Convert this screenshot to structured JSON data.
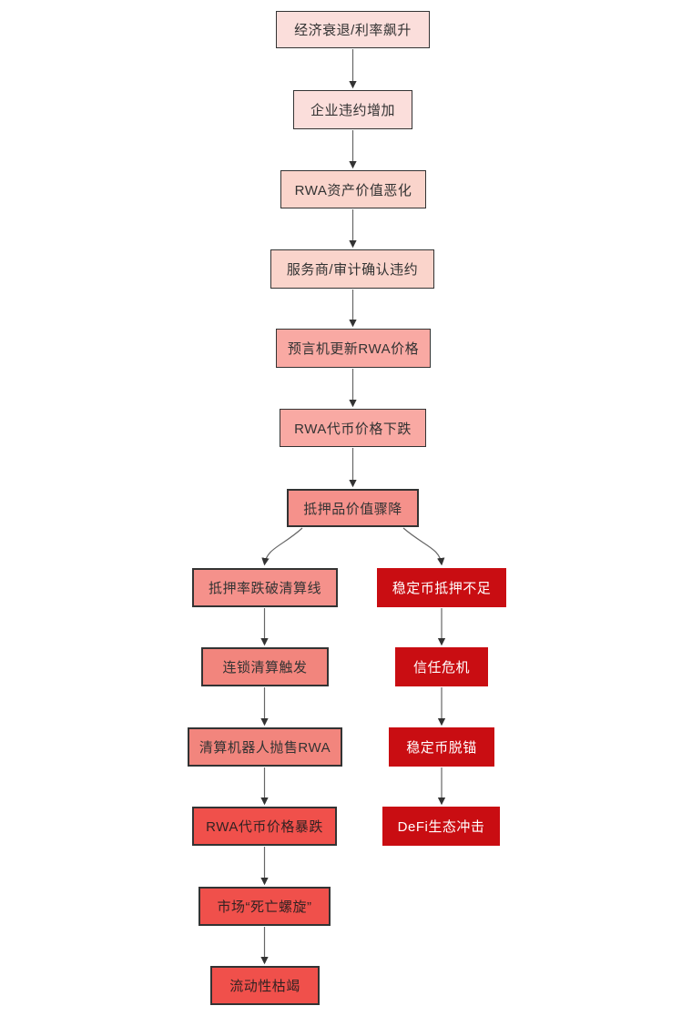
{
  "diagram_type": "flowchart",
  "colors": {
    "level1_light_pink": "#FBDEDB",
    "level2_pale_salmon": "#FAD4CB",
    "level3_medium_pink": "#F9A9A3",
    "level4_salmon": "#F5918B",
    "level5_deep_salmon": "#F2857D",
    "level6_bright_red": "#F0504B",
    "level7_dark_red": "#C90D12",
    "border_dark": "#333333",
    "arrow_line": "#666666",
    "arrowhead": "#333333",
    "text_dark": "#333333",
    "text_white": "#FFFFFF",
    "background": "#FFFFFF"
  },
  "nodes": [
    {
      "id": "economic-recession",
      "label": "经济衰退/利率飙升",
      "fill": "#FBDEDB",
      "text_color": "#333333"
    },
    {
      "id": "corporate-defaults-rise",
      "label": "企业违约增加",
      "fill": "#FBDEDB",
      "text_color": "#333333"
    },
    {
      "id": "rwa-asset-value-deteriorates",
      "label": "RWA资产价值恶化",
      "fill": "#FAD4CB",
      "text_color": "#333333"
    },
    {
      "id": "servicer-audit-confirms-default",
      "label": "服务商/审计确认违约",
      "fill": "#FAD4CB",
      "text_color": "#333333"
    },
    {
      "id": "oracle-updates-rwa-price",
      "label": "预言机更新RWA价格",
      "fill": "#F9A9A3",
      "text_color": "#333333"
    },
    {
      "id": "rwa-token-price-falls",
      "label": "RWA代币价格下跌",
      "fill": "#F9A9A3",
      "text_color": "#333333"
    },
    {
      "id": "collateral-value-plunges",
      "label": "抵押品价值骤降",
      "fill": "#F5918B",
      "text_color": "#333333"
    },
    {
      "id": "collateral-ratio-breaks-liquidation-line",
      "label": "抵押率跌破清算线",
      "fill": "#F5918B",
      "text_color": "#333333"
    },
    {
      "id": "cascade-liquidation-triggered",
      "label": "连锁清算触发",
      "fill": "#F2857D",
      "text_color": "#333333"
    },
    {
      "id": "liquidation-bots-dump-rwa",
      "label": "清算机器人抛售RWA",
      "fill": "#F2857D",
      "text_color": "#333333"
    },
    {
      "id": "rwa-token-price-crashes",
      "label": "RWA代币价格暴跌",
      "fill": "#F0504B",
      "text_color": "#332222"
    },
    {
      "id": "market-death-spiral",
      "label": "市场“死亡螺旋”",
      "fill": "#F0504B",
      "text_color": "#332222"
    },
    {
      "id": "liquidity-dries-up",
      "label": "流动性枯竭",
      "fill": "#F0504B",
      "text_color": "#332222"
    },
    {
      "id": "stablecoin-undercollateralized",
      "label": "稳定币抵押不足",
      "fill": "#C90D12",
      "text_color": "#FFFFFF"
    },
    {
      "id": "trust-crisis",
      "label": "信任危机",
      "fill": "#C90D12",
      "text_color": "#FFFFFF"
    },
    {
      "id": "stablecoin-depeg",
      "label": "稳定币脱锚",
      "fill": "#C90D12",
      "text_color": "#FFFFFF"
    },
    {
      "id": "defi-ecosystem-shock",
      "label": "DeFi生态冲击",
      "fill": "#C90D12",
      "text_color": "#FFFFFF"
    }
  ],
  "edges": [
    {
      "from": "economic-recession",
      "to": "corporate-defaults-rise"
    },
    {
      "from": "corporate-defaults-rise",
      "to": "rwa-asset-value-deteriorates"
    },
    {
      "from": "rwa-asset-value-deteriorates",
      "to": "servicer-audit-confirms-default"
    },
    {
      "from": "servicer-audit-confirms-default",
      "to": "oracle-updates-rwa-price"
    },
    {
      "from": "oracle-updates-rwa-price",
      "to": "rwa-token-price-falls"
    },
    {
      "from": "rwa-token-price-falls",
      "to": "collateral-value-plunges"
    },
    {
      "from": "collateral-value-plunges",
      "to": "collateral-ratio-breaks-liquidation-line"
    },
    {
      "from": "collateral-value-plunges",
      "to": "stablecoin-undercollateralized"
    },
    {
      "from": "collateral-ratio-breaks-liquidation-line",
      "to": "cascade-liquidation-triggered"
    },
    {
      "from": "cascade-liquidation-triggered",
      "to": "liquidation-bots-dump-rwa"
    },
    {
      "from": "liquidation-bots-dump-rwa",
      "to": "rwa-token-price-crashes"
    },
    {
      "from": "rwa-token-price-crashes",
      "to": "market-death-spiral"
    },
    {
      "from": "market-death-spiral",
      "to": "liquidity-dries-up"
    },
    {
      "from": "stablecoin-undercollateralized",
      "to": "trust-crisis"
    },
    {
      "from": "trust-crisis",
      "to": "stablecoin-depeg"
    },
    {
      "from": "stablecoin-depeg",
      "to": "defi-ecosystem-shock"
    }
  ]
}
